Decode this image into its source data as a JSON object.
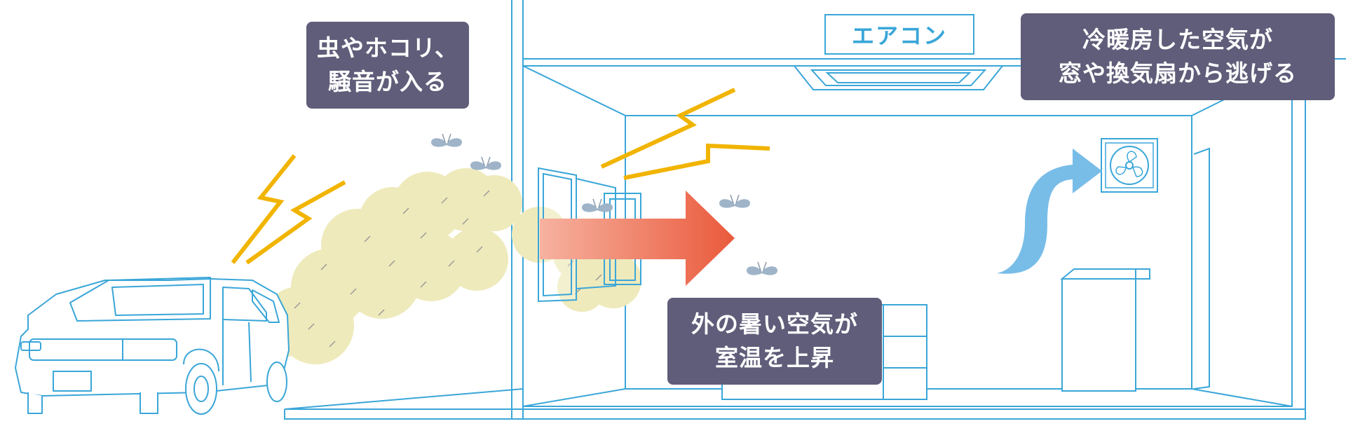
{
  "labels": {
    "bugs_noise": [
      "虫やホコリ、",
      "騒音が入る"
    ],
    "aircon": "エアコン",
    "escape": [
      "冷暖房した空気が",
      "窓や換気扇から逃げる"
    ],
    "hot_air": [
      "外の暑い空気が",
      "室温を上昇"
    ]
  },
  "colors": {
    "line": "#3aa6d8",
    "callout": "#5f5d79",
    "lightning": "#f1b400",
    "dust": "#eeeabb",
    "arrow_start": "#f6b2a0",
    "arrow_end": "#ea5a3c",
    "blue_arrow": "#78bde8",
    "bug": "#9fb4c8"
  },
  "icons": [
    "car-icon",
    "lightning-icon",
    "dust-cloud-icon",
    "bug-icon",
    "window-icon",
    "heat-arrow-icon",
    "air-conditioner-icon",
    "ventilation-fan-icon",
    "escape-arrow-icon",
    "cabinet-icon",
    "refrigerator-icon"
  ]
}
